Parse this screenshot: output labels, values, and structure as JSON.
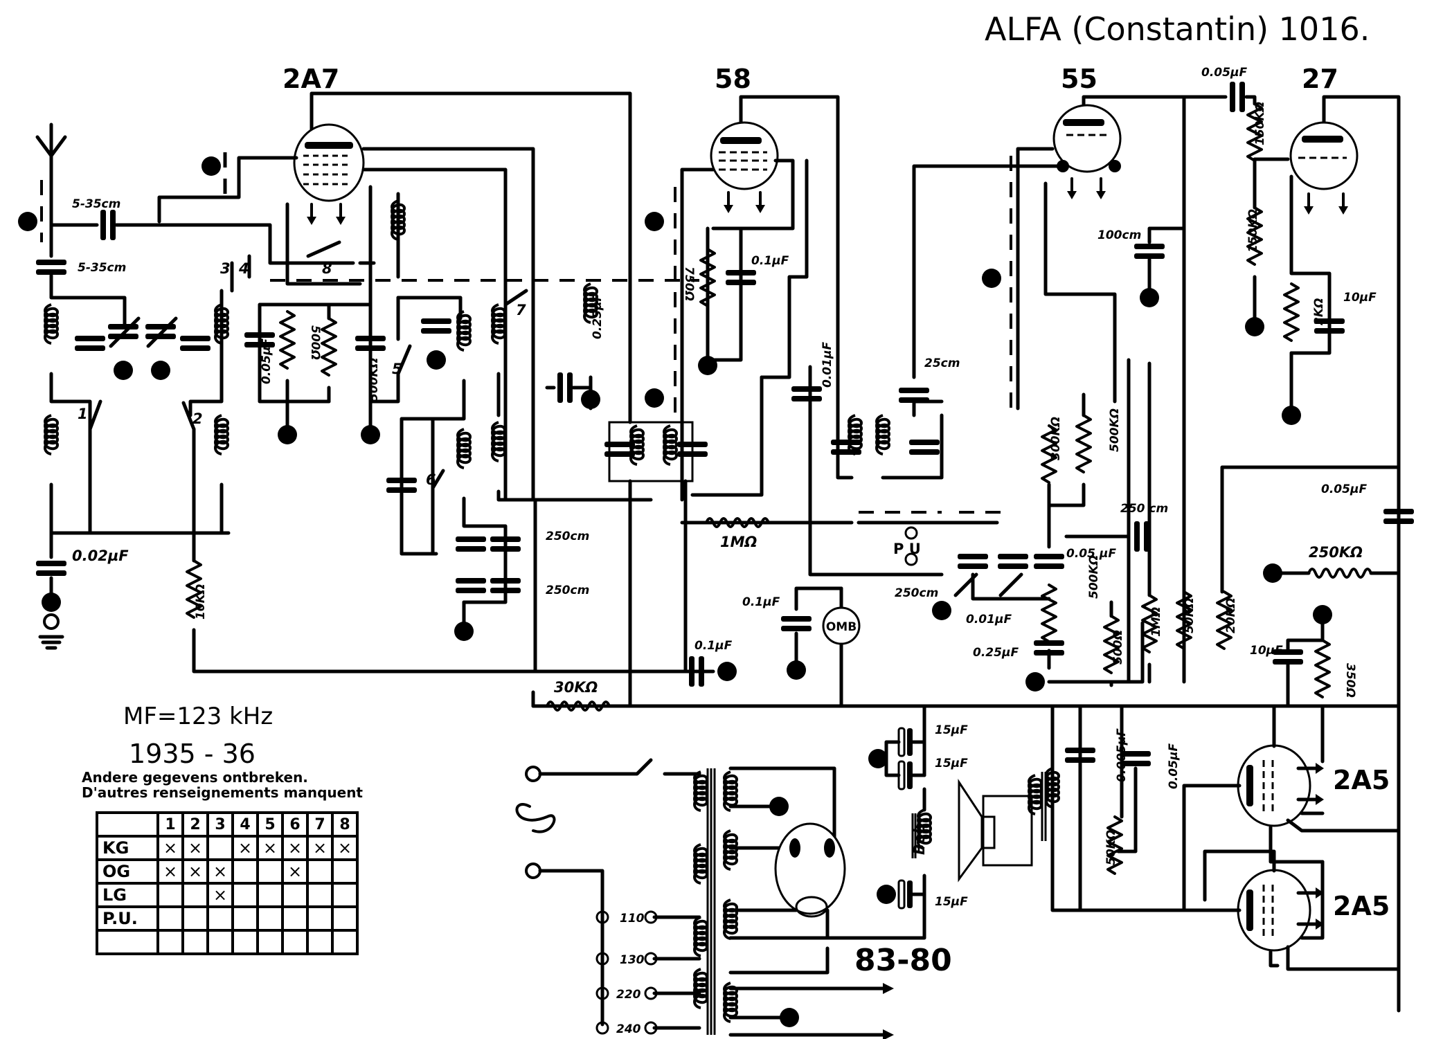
{
  "title": "ALFA (Constantin) 1016.",
  "tubes": {
    "mixer": "2A7",
    "if_amp": "58",
    "detector": "55",
    "driver": "27",
    "output_1": "2A5",
    "output_2": "2A5",
    "rectifier": "83-80"
  },
  "notes": {
    "if_frequency": "MF=123 kHz",
    "years": "1935 - 36",
    "dutch": "Andere gegevens ontbreken.",
    "french": "D'autres renseignements manquent"
  },
  "labels": {
    "ant_cap_1": "5-35cm",
    "ant_cap_2": "5-35cm",
    "ant_gnd_cap": "0.02µF",
    "r_10k": "10KΩ",
    "c_005_1": "0.05µF",
    "r_500": "500Ω",
    "r_500k_1": "500KΩ",
    "c_025": "0.25µF",
    "c_250cm_1": "250cm",
    "c_250cm_2": "250cm",
    "r_30k": "30KΩ",
    "c_01_1": "0.1µF",
    "r_750": "750Ω",
    "c_01_2": "0.1µF",
    "c_001_1": "0.01µF",
    "r_1m_1": "1MΩ",
    "c_01_3": "0.1µF",
    "omb": "OMB",
    "pu": "P U",
    "c_25cm": "25cm",
    "c_250cm_3": "250cm",
    "c_001_2": "0.01µF",
    "c_025_2": "0.25µF",
    "r_300k": "300KΩ",
    "r_500k_2": "500KΩ",
    "r_500k_3": "500KΩ",
    "c_005_2": "0.05 µF",
    "c_250cm_4": "250 cm",
    "r_500_2": "500Ω",
    "r_1m_2": "1MΩ",
    "r_50k": "50KΩ",
    "r_20k": "20KΩ",
    "c_100cm": "100cm",
    "c_005_top": "0.05µF",
    "r_150k_1": "150KΩ",
    "r_150k_2": "150KΩ",
    "r_2k": "2KΩ",
    "c_10_1": "10µF",
    "c_005_3": "0.05µF",
    "r_250k": "250KΩ",
    "c_10_2": "10µF",
    "r_350": "350Ω",
    "c_15_1": "15µF",
    "c_15_2": "15µF",
    "c_15_3": "15µF",
    "choke": "Bob",
    "c_0005": "0.005µF",
    "c_005_4": "0.05µF",
    "r_50k_2": "50KΩ",
    "tap_110": "110",
    "tap_130": "130",
    "tap_220": "220",
    "tap_240": "240",
    "sw_1": "1",
    "sw_2": "2",
    "sw_3": "3",
    "sw_4": "4",
    "sw_5": "5",
    "sw_6": "6",
    "sw_7": "7",
    "sw_8": "8"
  },
  "switch_table": {
    "columns": [
      "1",
      "2",
      "3",
      "4",
      "5",
      "6",
      "7",
      "8"
    ],
    "rows": [
      {
        "label": "KG",
        "cells": [
          "×",
          "×",
          "",
          "×",
          "×",
          "×",
          "×",
          "×"
        ]
      },
      {
        "label": "OG",
        "cells": [
          "×",
          "×",
          "×",
          "",
          "",
          "×",
          "",
          ""
        ]
      },
      {
        "label": "LG",
        "cells": [
          "",
          "",
          "×",
          "",
          "",
          "",
          "",
          ""
        ]
      },
      {
        "label": "P.U.",
        "cells": [
          "",
          "",
          "",
          "",
          "",
          "",
          "",
          ""
        ]
      },
      {
        "label": "",
        "cells": [
          "",
          "",
          "",
          "",
          "",
          "",
          "",
          ""
        ]
      }
    ]
  }
}
